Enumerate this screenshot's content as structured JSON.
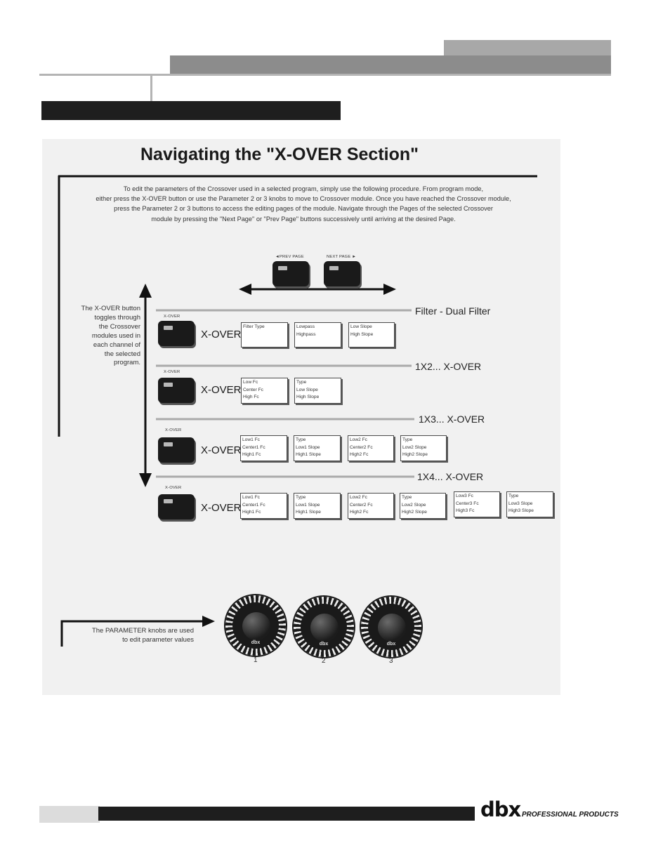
{
  "figure": {
    "title": "Navigating the \"X-OVER Section\"",
    "intro_lines": [
      "To edit the parameters of the Crossover used in a selected program, simply use the following procedure. From program mode,",
      "either press the X-OVER button or use the Parameter 2 or 3 knobs to move to Crossover module. Once you have reached the Crossover module,",
      "press the Parameter 2 or 3 buttons to access the editing pages of the module.   Navigate through the Pages of the selected Crossover",
      "module by pressing the \"Next Page\" or \"Prev Page\" buttons successively until arriving at the desired Page."
    ],
    "nav_buttons": {
      "prev": "◄PREV PAGE",
      "next": "NEXT PAGE ►"
    },
    "side_note_lines": [
      "The X-OVER button",
      "toggles through",
      "the Crossover",
      "modules used in",
      "each channel of",
      "the selected",
      "program."
    ],
    "button_caption": "X-OVER",
    "button_label": "X-OVER",
    "rows": [
      {
        "label": "Filter - Dual Filter",
        "pages": [
          [
            "Filter Type"
          ],
          [
            "Lowpass",
            "Highpass"
          ],
          [
            "Low Slope",
            "High Slope"
          ]
        ]
      },
      {
        "label": "1X2...  X-OVER",
        "pages": [
          [
            "Low Fc",
            "Center Fc",
            "High Fc"
          ],
          [
            "Type",
            "Low Slope",
            "High Slope"
          ]
        ]
      },
      {
        "label": "1X3...  X-OVER",
        "pages": [
          [
            "Low1 Fc",
            "Center1 Fc",
            "High1 Fc"
          ],
          [
            "Type",
            "Low1 Slope",
            "High1 Slope"
          ],
          [
            "Low2 Fc",
            "Center2 Fc",
            "High2 Fc"
          ],
          [
            "Type",
            "Low2 Slope",
            "High2 Slope"
          ]
        ]
      },
      {
        "label": "1X4...  X-OVER",
        "pages": [
          [
            "Low1 Fc",
            "Center1 Fc",
            "High1 Fc"
          ],
          [
            "Type",
            "Low1 Slope",
            "High1 Slope"
          ],
          [
            "Low2 Fc",
            "Center2 Fc",
            "High2 Fc"
          ],
          [
            "Type",
            "Low2 Slope",
            "High2 Slope"
          ],
          [
            "Low3 Fc",
            "Center3 Fc",
            "High3 Fc"
          ],
          [
            "Type",
            "Low3 Slope",
            "High3 Slope"
          ]
        ]
      }
    ],
    "knob_note_lines": [
      "The PARAMETER knobs are used",
      "to edit parameter values"
    ],
    "knob_brand": "dbx",
    "knobs": [
      "1",
      "2",
      "3"
    ]
  },
  "footer": {
    "logo": "dbx",
    "logo_sub": "PROFESSIONAL PRODUCTS"
  }
}
